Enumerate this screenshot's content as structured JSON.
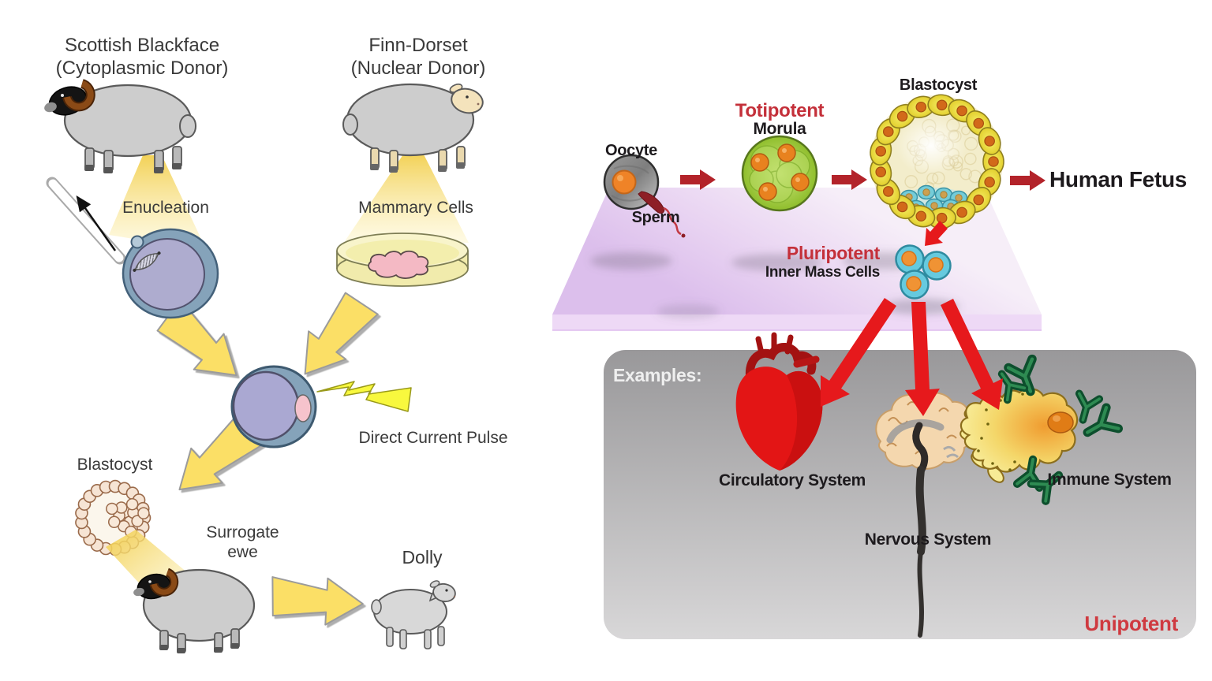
{
  "title": "Dolly cloning process and stem cell potency diagram",
  "left_diagram": {
    "donor1_line1": "Scottish Blackface",
    "donor1_line2": "(Cytoplasmic Donor)",
    "donor2_line1": "Finn-Dorset",
    "donor2_line2": "(Nuclear Donor)",
    "enucleation": "Enucleation",
    "mammary_cells": "Mammary Cells",
    "direct_current_pulse": "Direct Current Pulse",
    "blastocyst": "Blastocyst",
    "surrogate_line1": "Surrogate",
    "surrogate_line2": "ewe",
    "dolly": "Dolly",
    "colors": {
      "beam_yellow": "#f2cf4e",
      "arrow_yellow": "#fbdf66",
      "lightning_yellow": "#f8f83e",
      "egg_outer_blue": "#85a3ba",
      "egg_inner_lavender": "#aeaccf",
      "nucleus_pink": "#f6c3cc"
    }
  },
  "right_diagram": {
    "oocyte": "Oocyte",
    "sperm": "Sperm",
    "totipotent": "Totipotent",
    "morula": "Morula",
    "blastocyst": "Blastocyst",
    "human_fetus": "Human Fetus",
    "pluripotent": "Pluripotent",
    "inner_mass_cells": "Inner Mass Cells",
    "examples": "Examples:",
    "circulatory_system": "Circulatory System",
    "nervous_system": "Nervous System",
    "immune_system": "Immune System",
    "unipotent": "Unipotent",
    "colors": {
      "potency_label_red": "#c4303a",
      "arrow_red": "#e6191c",
      "small_arrow_red": "#b3232a",
      "platform_purple": "#dfc3ec",
      "panel_gray_top": "#99989a",
      "panel_gray_bottom": "#d8d7d8",
      "morula_green": "#8fbe2c",
      "cell_yellow": "#e2cf2e",
      "inner_mass_blue": "#66cade",
      "antibody_green": "#0d4f2d"
    }
  }
}
